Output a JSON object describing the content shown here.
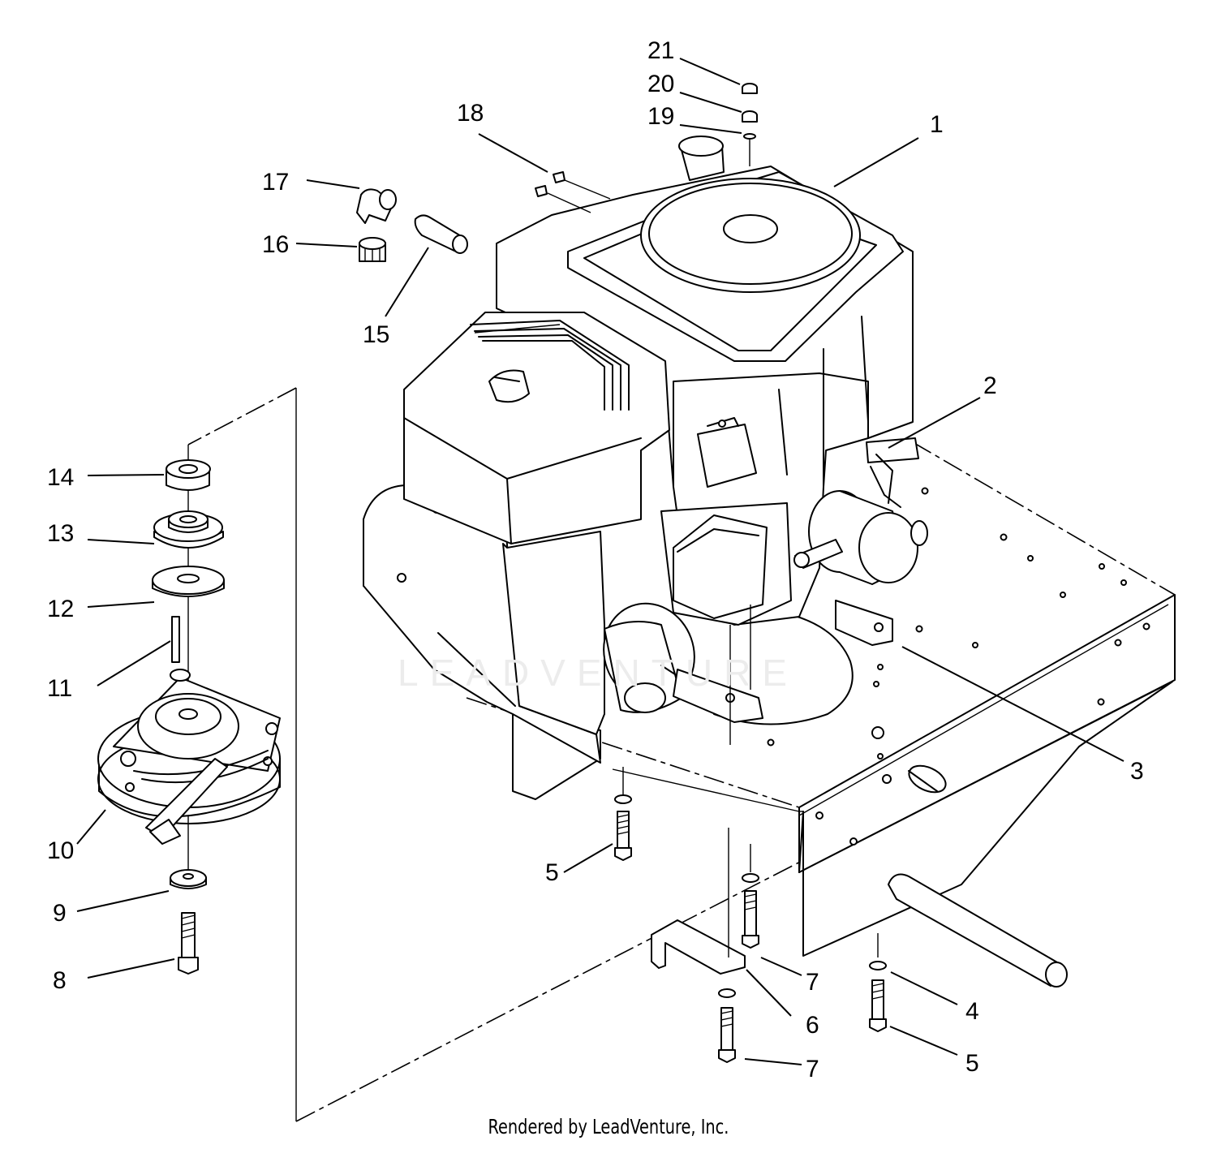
{
  "watermark": "LEADVENTURE",
  "credit": "Rendered by LeadVenture, Inc.",
  "callouts": {
    "c1": "1",
    "c2": "2",
    "c3": "3",
    "c4": "4",
    "c5a": "5",
    "c5b": "5",
    "c6": "6",
    "c7a": "7",
    "c7b": "7",
    "c8": "8",
    "c9": "9",
    "c10": "10",
    "c11": "11",
    "c12": "12",
    "c13": "13",
    "c14": "14",
    "c15": "15",
    "c16": "16",
    "c17": "17",
    "c18": "18",
    "c19": "19",
    "c20": "20",
    "c21": "21"
  }
}
